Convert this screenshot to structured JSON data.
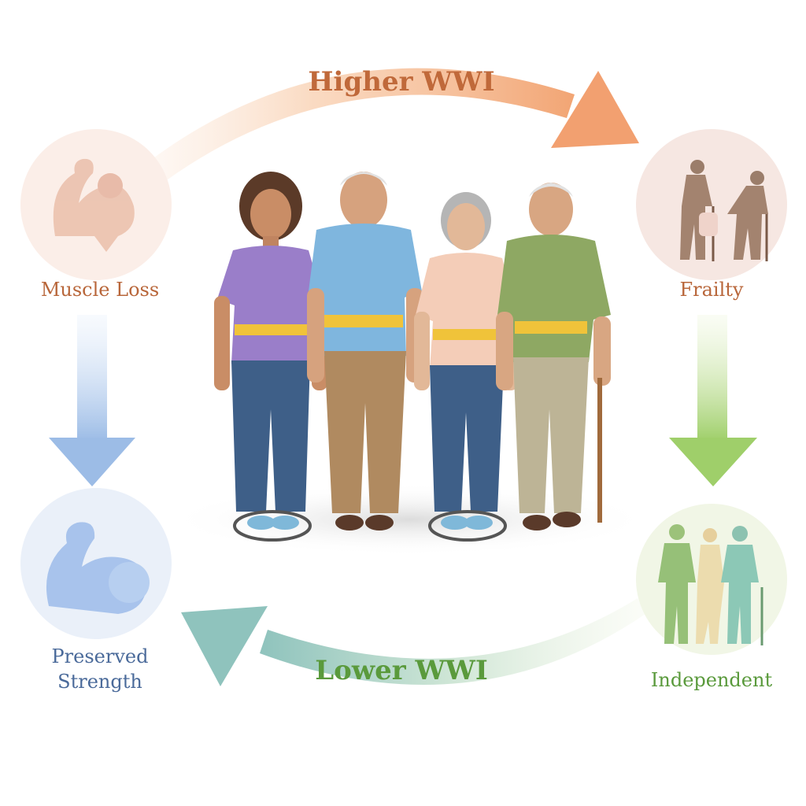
{
  "flow": {
    "top_arrow_label": "Higher WWI",
    "bottom_arrow_label": "Lower WWI"
  },
  "nodes": {
    "muscle_loss": "Muscle Loss",
    "frailty": "Frailty",
    "preserved_strength": "Preserved Strength",
    "independent": "Independent"
  },
  "colors": {
    "higher": "#c0693a",
    "lower": "#5a9a3c",
    "preserved": "#4a6a9a",
    "frailty_circle": "#f4e6e0",
    "strength_circle": "#e6eef8"
  },
  "icons": {
    "muscle_loss": "flexed-arm-fading-icon",
    "frailty": "elderly-with-cane-icon",
    "preserved_strength": "flexed-arm-icon",
    "independent": "group-walking-icon"
  }
}
